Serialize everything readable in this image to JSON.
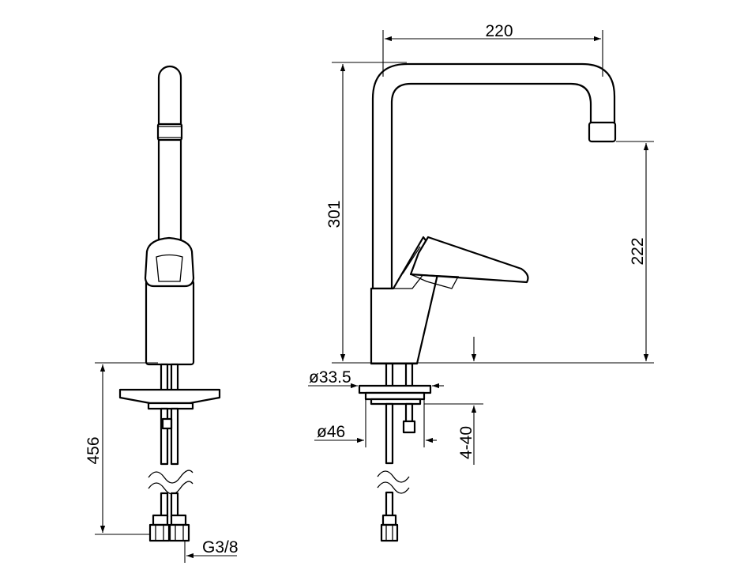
{
  "dimensions": {
    "spout_reach": "220",
    "total_height": "301",
    "outlet_height": "222",
    "hose_length": "456",
    "base_diameter": "ø33.5",
    "rosette_diameter": "ø46",
    "counter_thickness": "4-40",
    "connection_thread": "G3/8"
  }
}
